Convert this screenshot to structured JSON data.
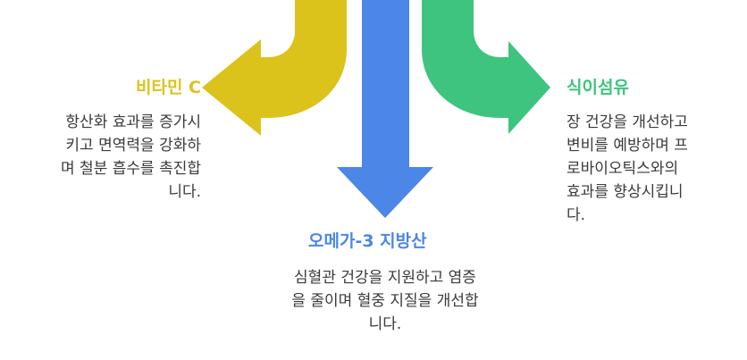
{
  "colors": {
    "vitamin": "#dcc31c",
    "omega": "#4c86e6",
    "fiber": "#3ec47e",
    "text": "#3a3a3a"
  },
  "items": {
    "vitamin_c": {
      "title": "비타민 C",
      "lines": [
        "항산화 효과를 증가시",
        "키고 면역력을 강화하",
        "며 철분 흡수를 촉진합",
        "니다."
      ]
    },
    "omega3": {
      "title": "오메가-3 지방산",
      "lines": [
        "심혈관 건강을 지원하고 염증",
        "을 줄이며 혈중 지질을 개선합",
        "니다."
      ]
    },
    "fiber": {
      "title": "식이섬유",
      "lines": [
        "장 건강을 개선하고",
        "변비를 예방하며 프",
        "로바이오틱스와의",
        "효과를 향상시킵니",
        "다."
      ]
    }
  }
}
